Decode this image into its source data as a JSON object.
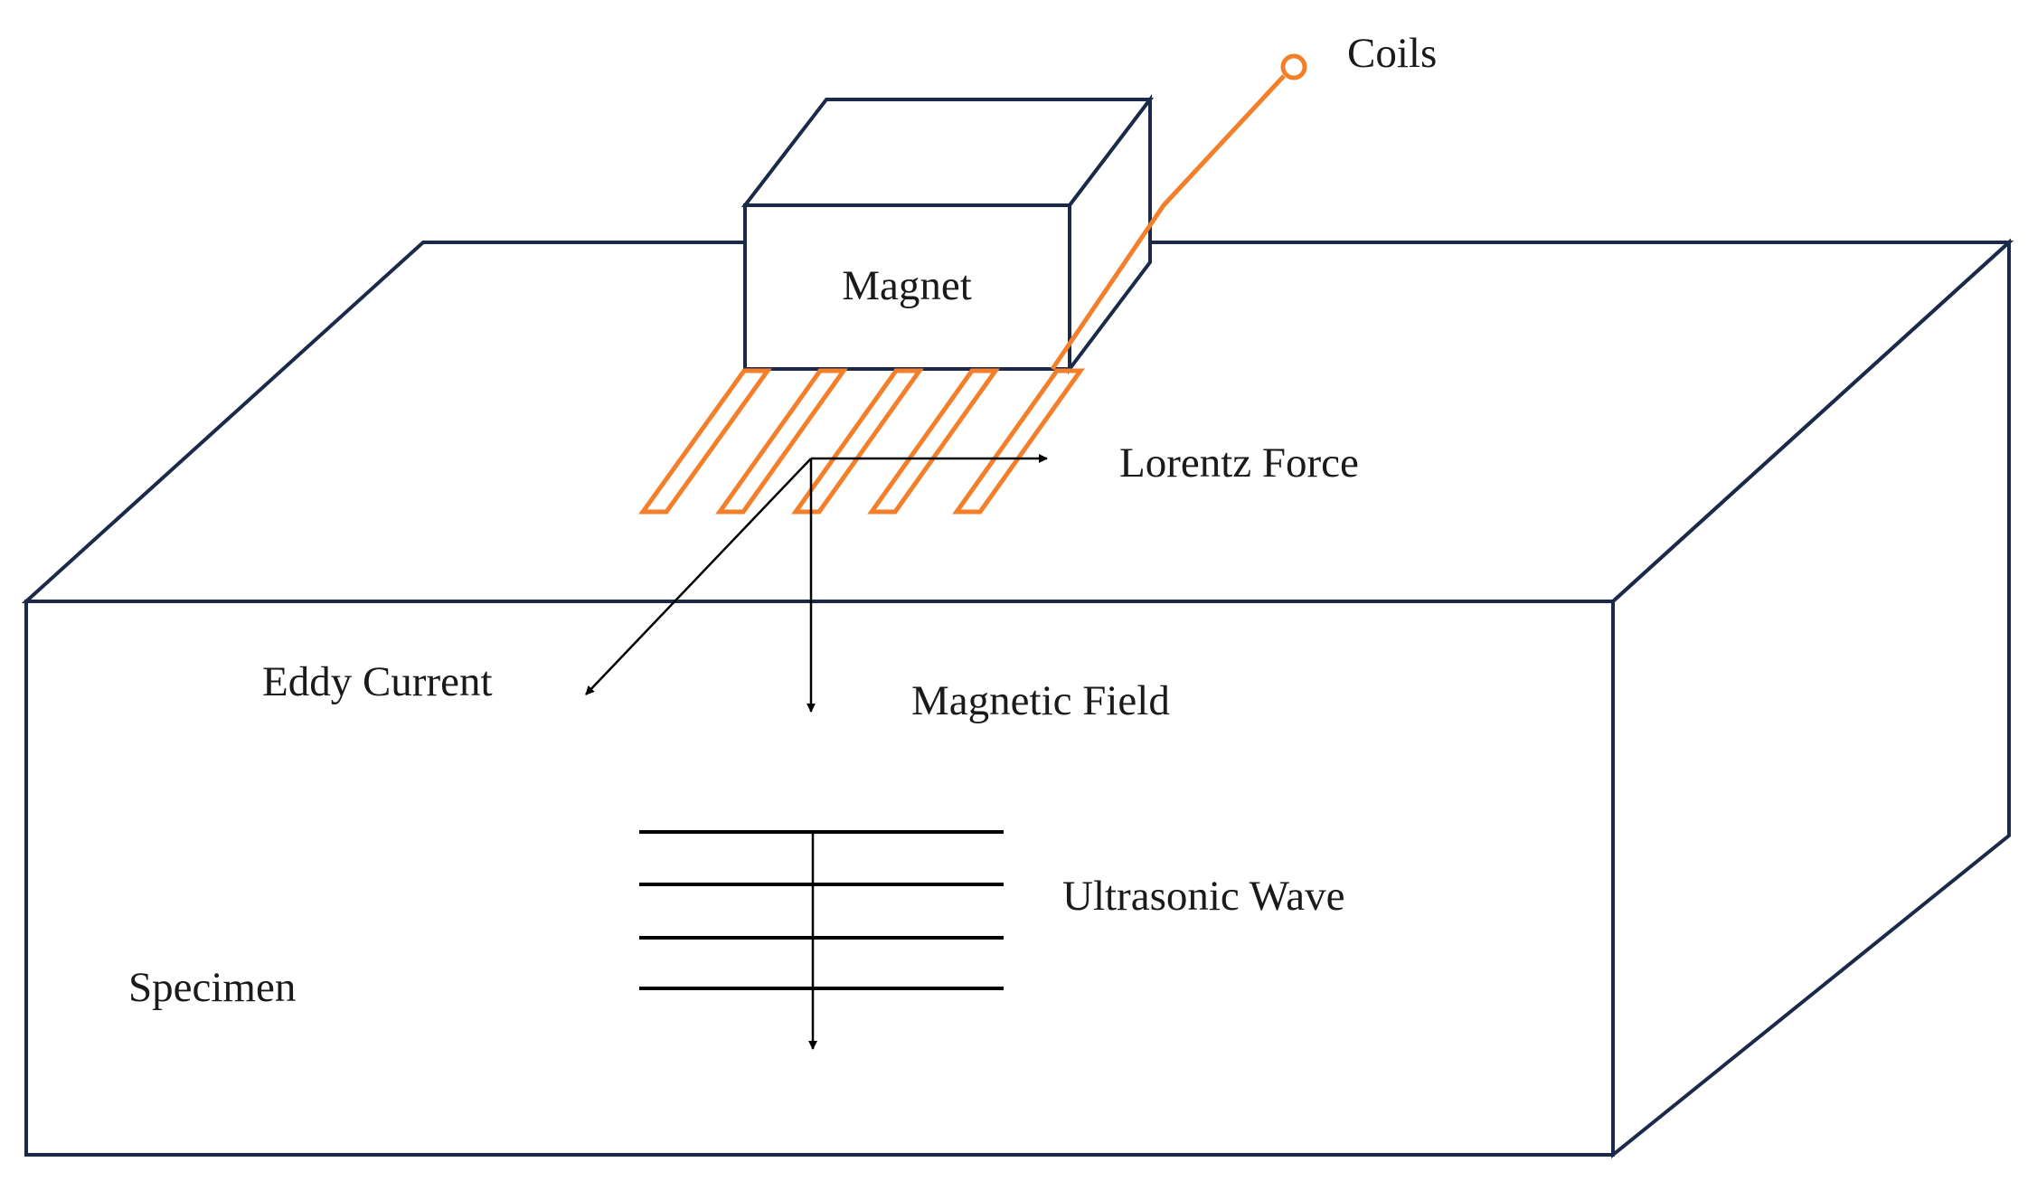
{
  "labels": {
    "coils": "Coils",
    "magnet": "Magnet",
    "lorentz_force": "Lorentz Force",
    "eddy_current": "Eddy Current",
    "magnetic_field": "Magnetic Field",
    "ultrasonic_wave": "Ultrasonic Wave",
    "specimen": "Specimen"
  },
  "colors": {
    "outline": "#1b2a4a",
    "coil": "#f47f2a",
    "arrow": "#000000",
    "text": "#1a1a1a",
    "background": "#ffffff"
  }
}
